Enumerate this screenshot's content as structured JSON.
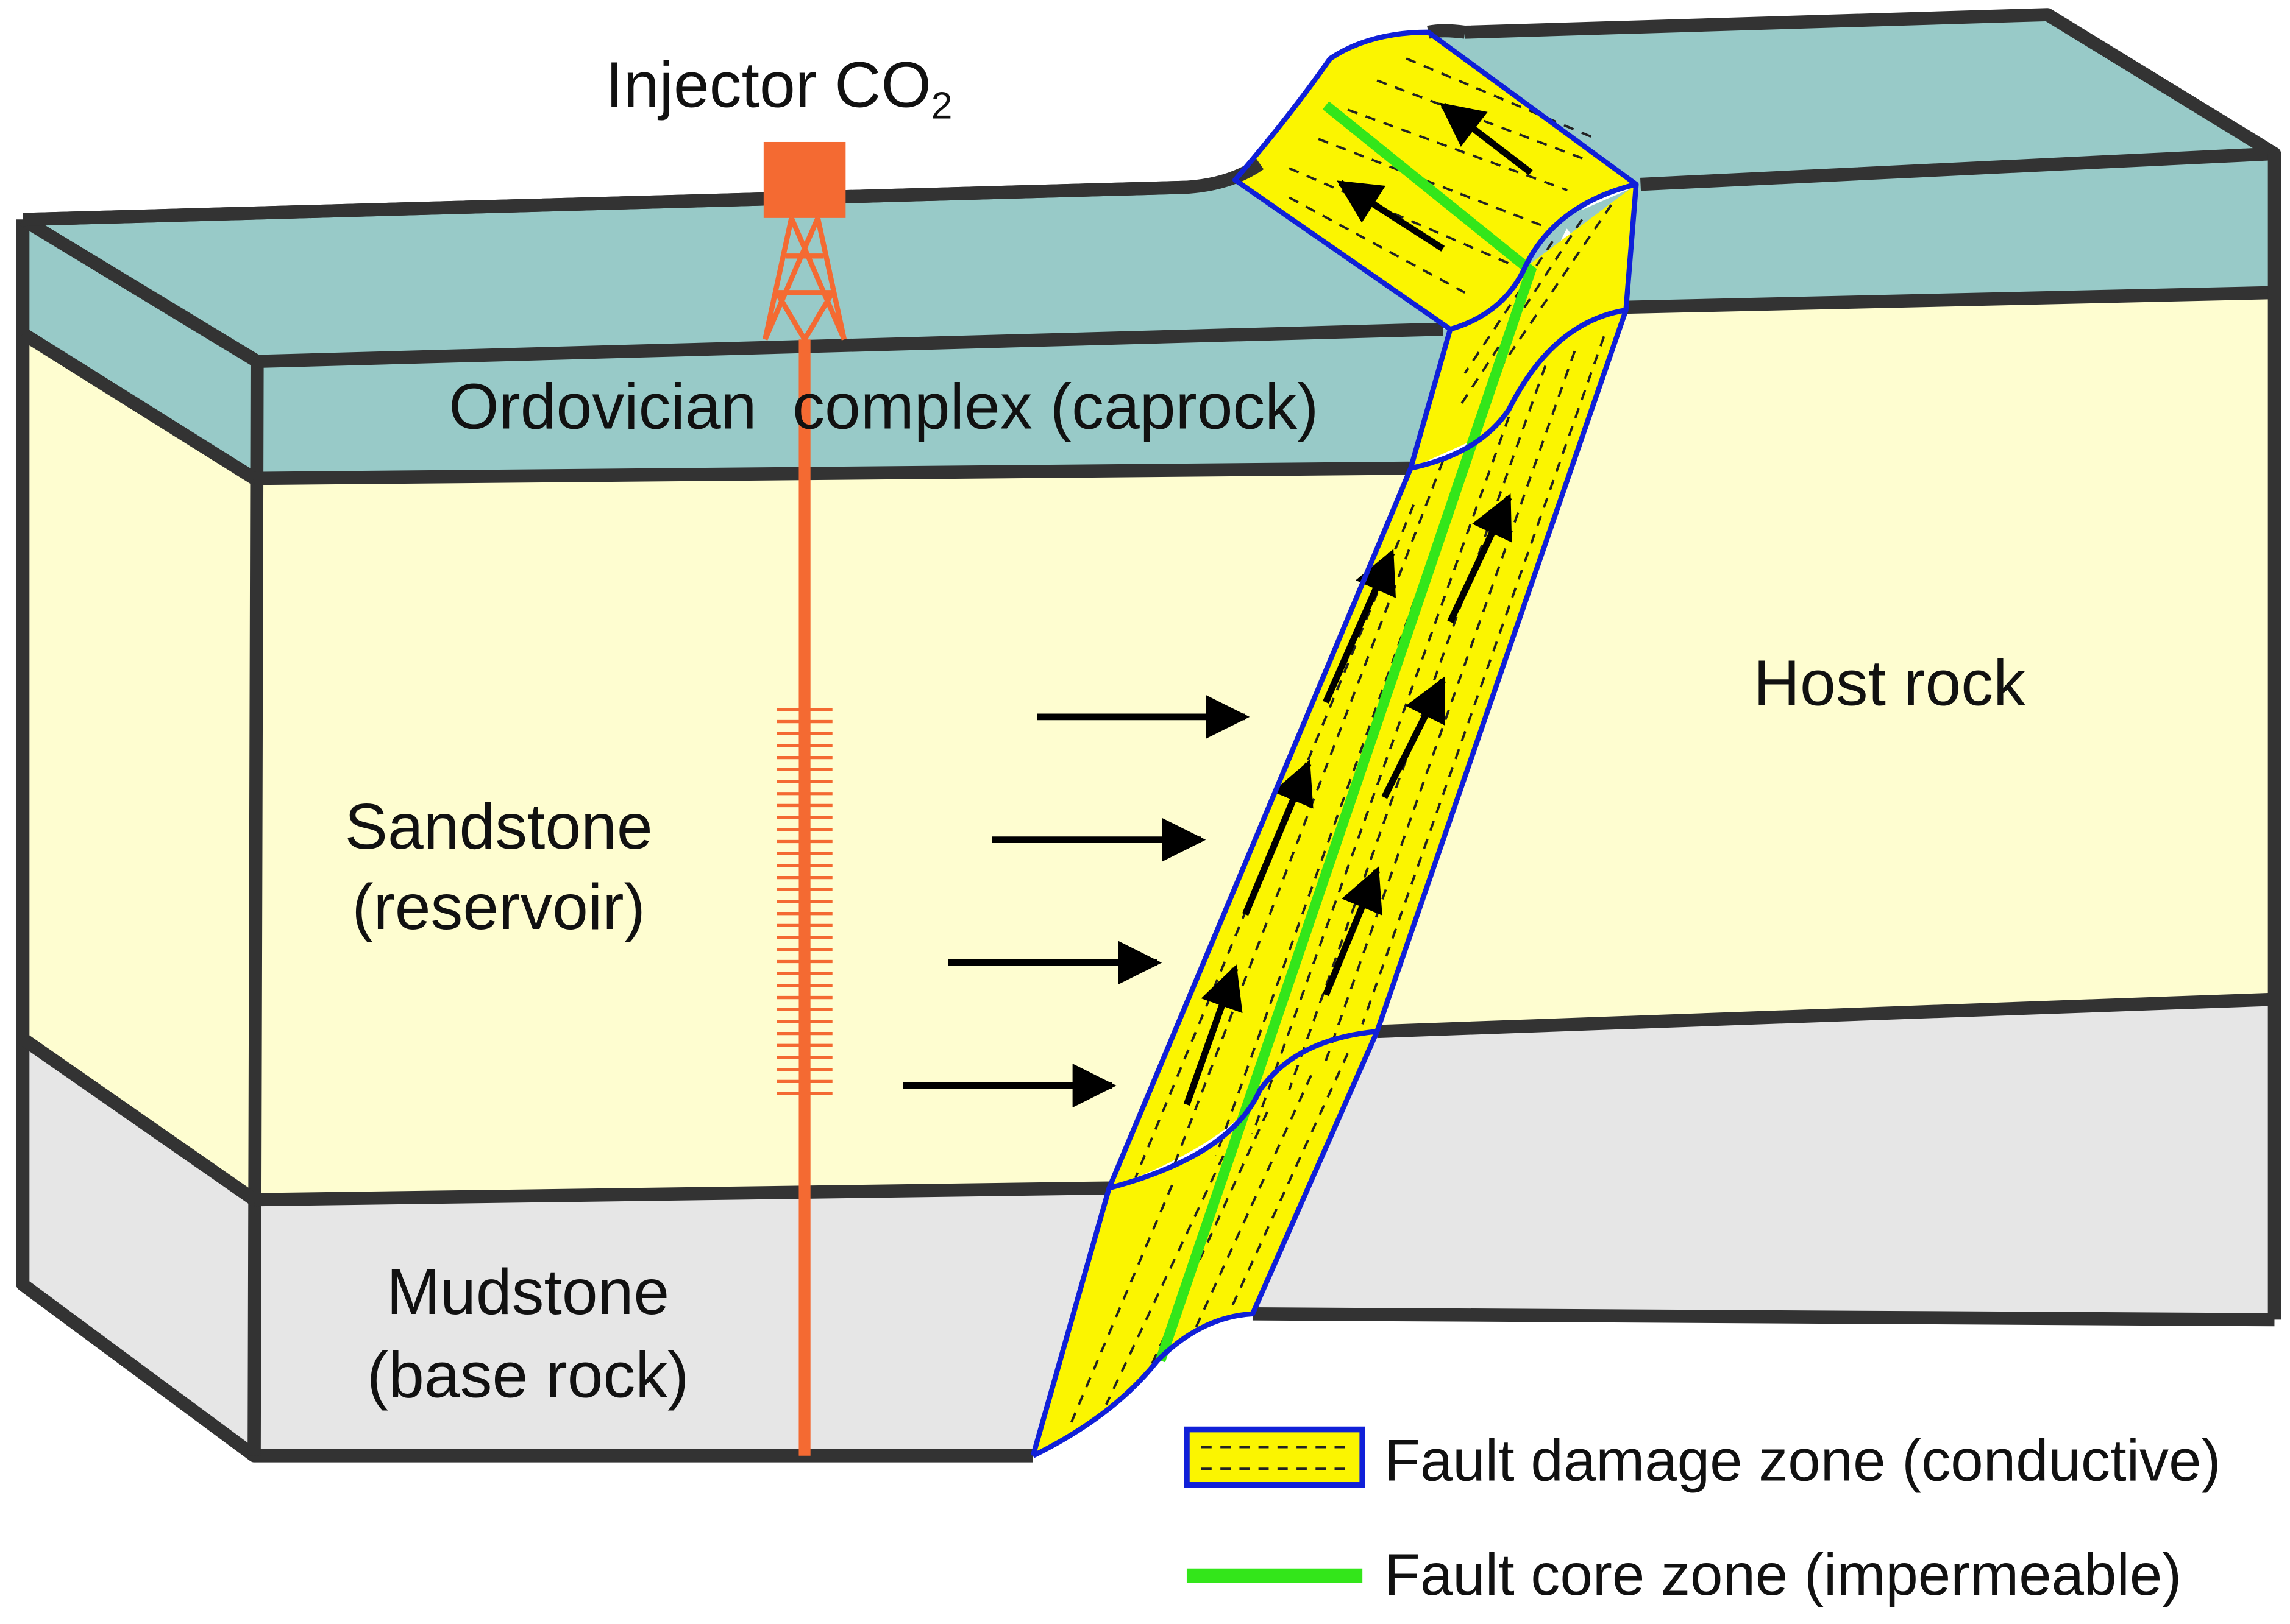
{
  "labels": {
    "injector": "Injector CO",
    "injector_sub": "2",
    "caprock": "Ordovician  complex (caprock)",
    "reservoir_line1": "Sandstone",
    "reservoir_line2": "(reservoir)",
    "base_line1": "Mudstone",
    "base_line2": "(base rock)",
    "host": "Host rock"
  },
  "legend": {
    "damage": "Fault damage zone (conductive)",
    "core": "Fault core zone (impermeable)"
  },
  "colors": {
    "caprock": "#98cac8",
    "reservoir": "#fefdd0",
    "base": "#e6e6e6",
    "fault_fill": "#fbf500",
    "fault_outline": "#1020d8",
    "fault_core": "#33e61a",
    "injector": "#f46a32",
    "arrow": "#000000"
  }
}
